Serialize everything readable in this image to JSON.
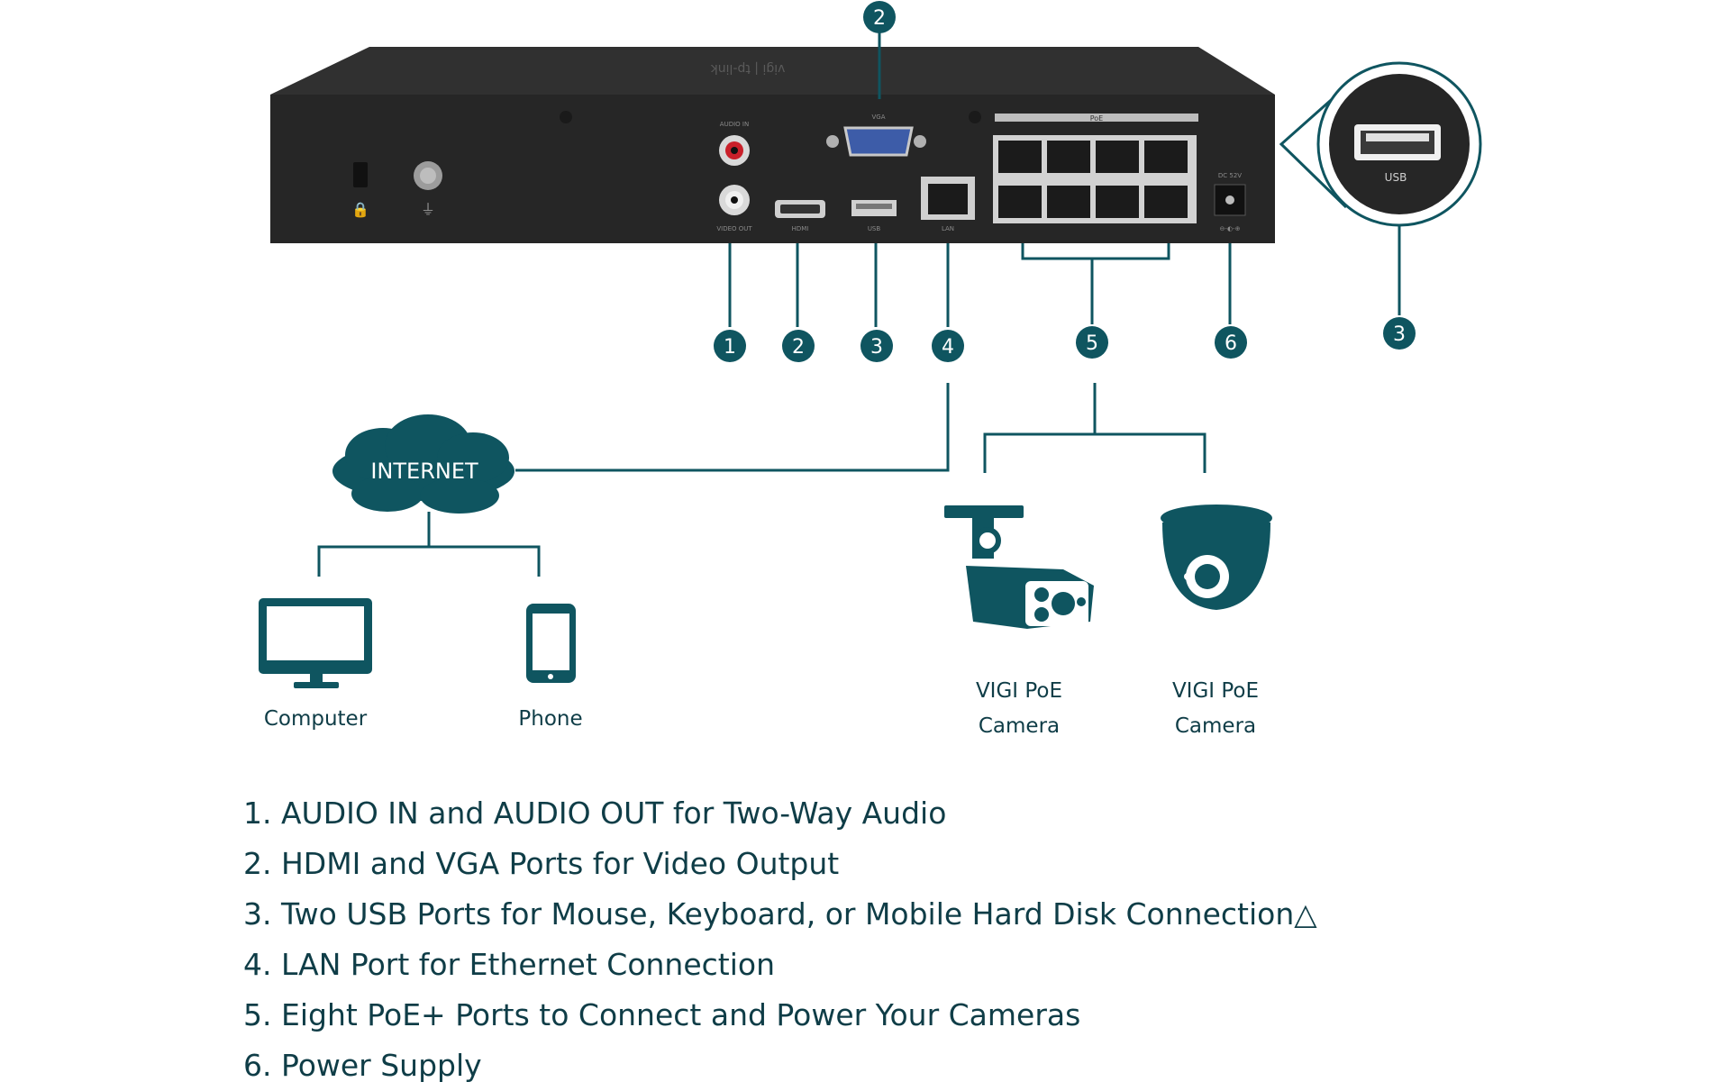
{
  "colors": {
    "teal": "#0f5560",
    "text": "#0f3d47",
    "device": "#2b2b2b"
  },
  "callouts": [
    "1",
    "2",
    "3",
    "4",
    "5",
    "6"
  ],
  "device": {
    "port_labels": {
      "audio_in": "AUDIO IN",
      "video_out": "VIDEO OUT",
      "hdmi": "HDMI",
      "vga": "VGA",
      "usb": "USB",
      "lan": "LAN",
      "poe": "PoE",
      "dc": "DC 52V",
      "dc_polarity": "⊖-◐-⊕"
    },
    "zoom_label": "USB"
  },
  "internet": {
    "label": "INTERNET"
  },
  "clients": [
    {
      "label": "Computer",
      "icon": "computer-icon"
    },
    {
      "label": "Phone",
      "icon": "phone-icon"
    }
  ],
  "cameras": [
    {
      "line1": "VIGI PoE",
      "line2": "Camera",
      "icon": "bullet-camera-icon"
    },
    {
      "line1": "VIGI PoE",
      "line2": "Camera",
      "icon": "turret-camera-icon"
    }
  ],
  "features": [
    "1. AUDIO IN and AUDIO OUT for Two-Way Audio",
    "2. HDMI and VGA Ports for Video Output",
    "3. Two USB Ports for Mouse, Keyboard, or Mobile Hard Disk Connection△",
    "4. LAN Port for Ethernet Connection",
    "5. Eight PoE+ Ports to Connect and Power Your Cameras",
    "6. Power Supply"
  ]
}
